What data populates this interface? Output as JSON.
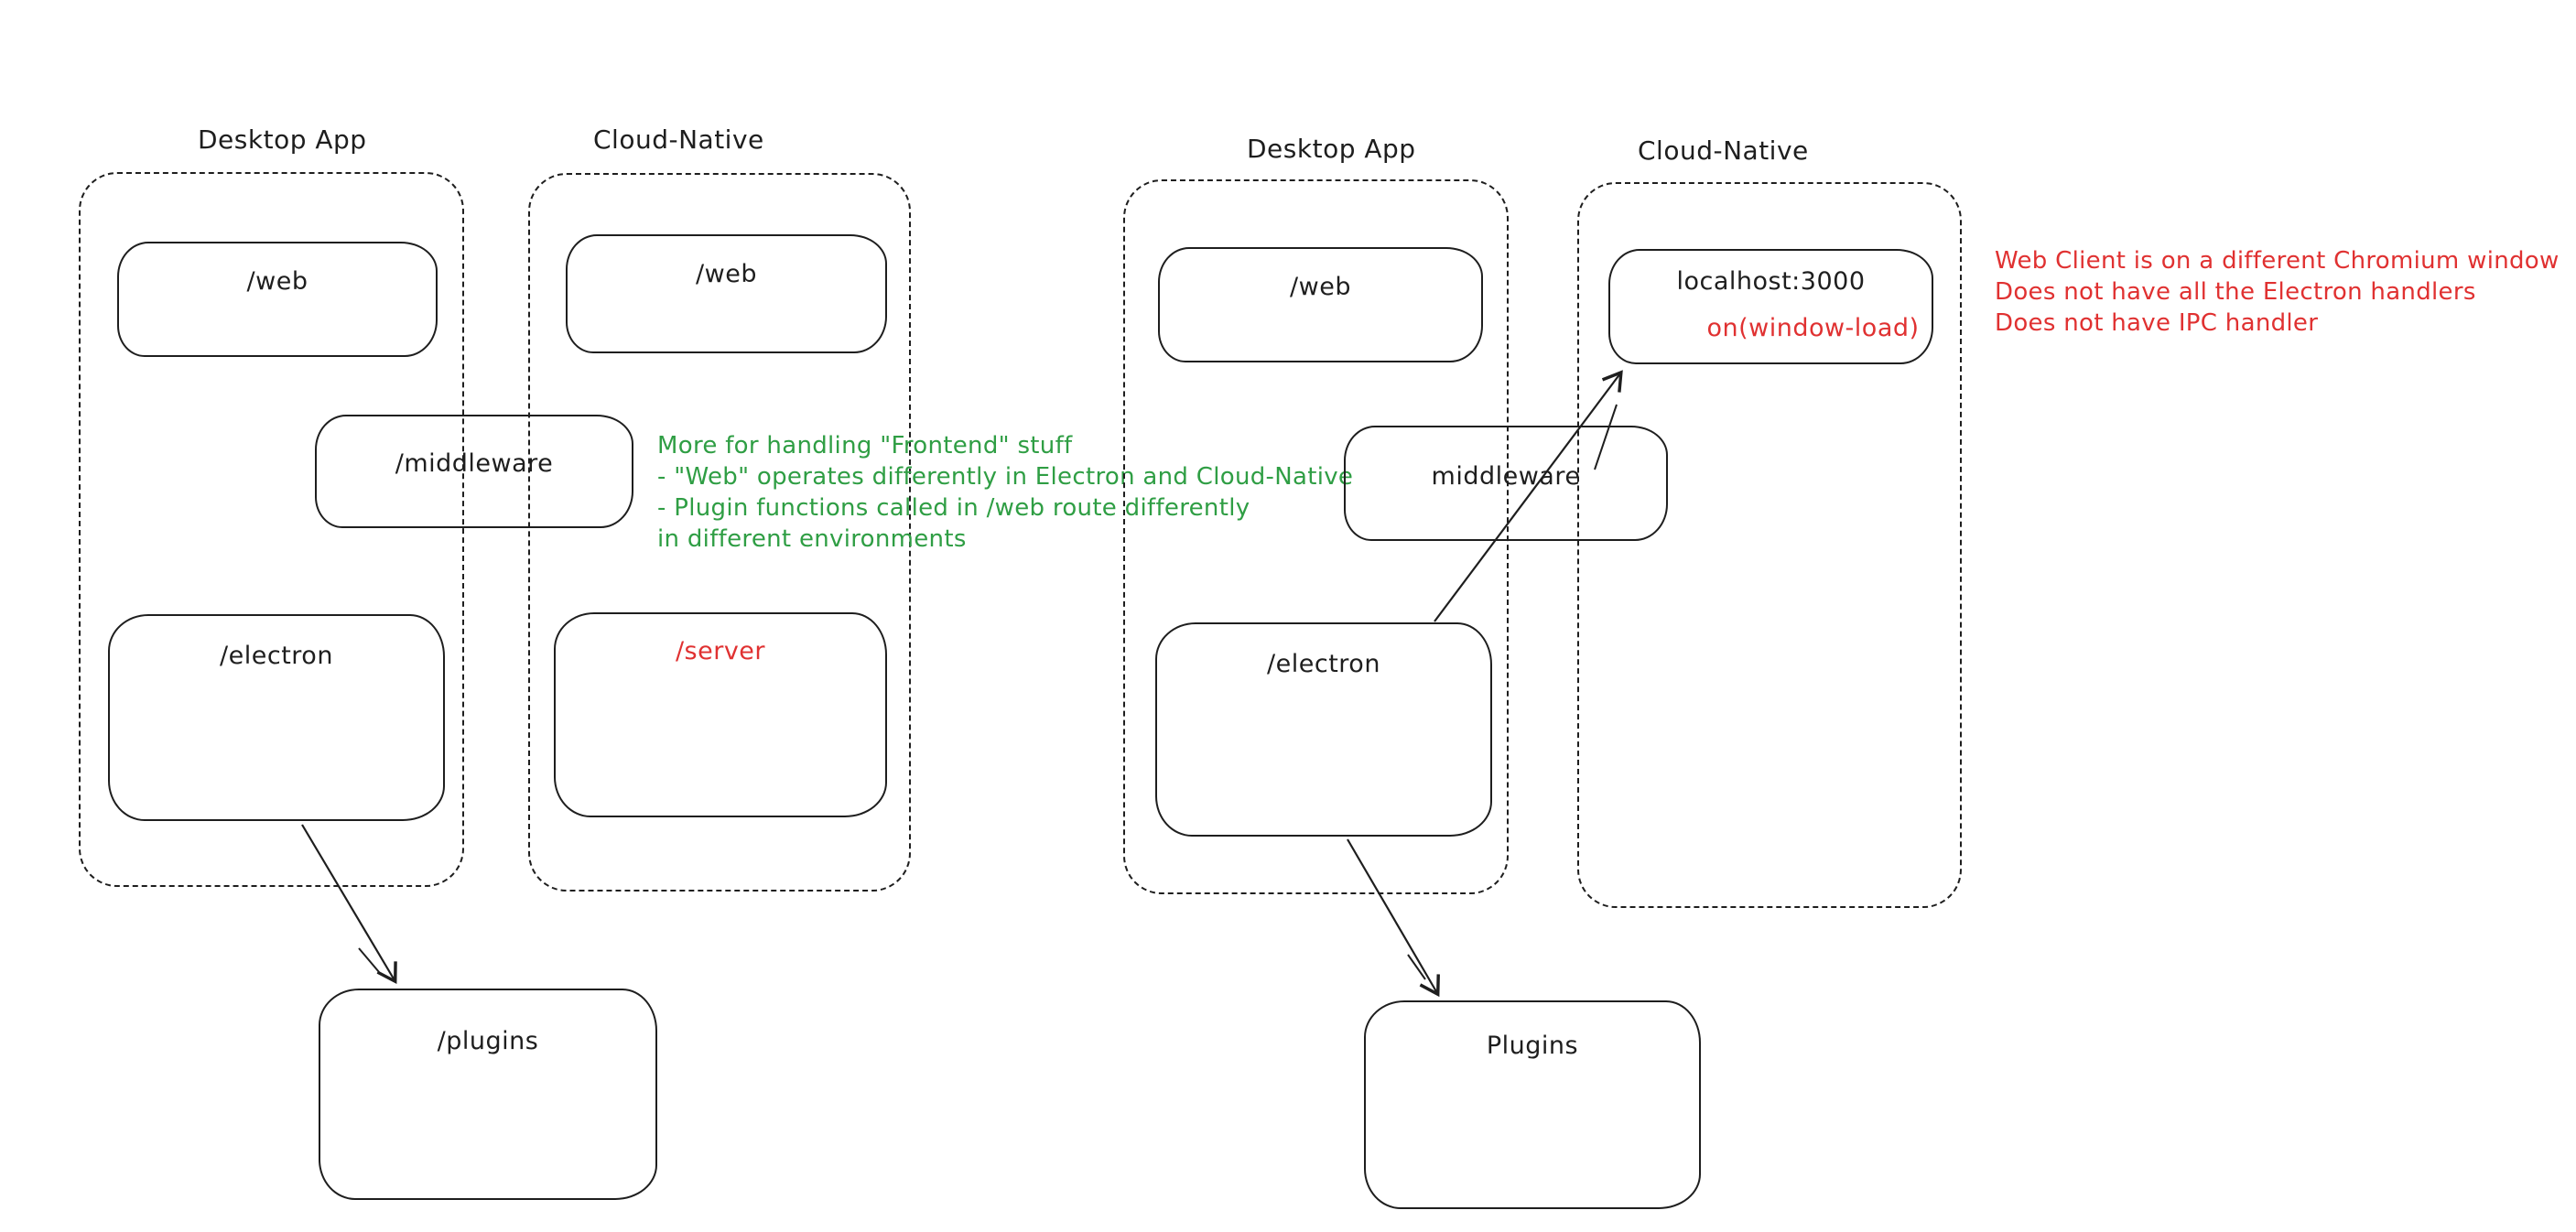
{
  "palette": {
    "stroke": "#1e1e1e",
    "annotation_green": "#2f9e44",
    "annotation_red": "#e03131",
    "background": "#ffffff"
  },
  "left_diagram": {
    "desktop_app": {
      "label": "Desktop App",
      "web": "/web",
      "electron": "/electron"
    },
    "cloud_native": {
      "label": "Cloud-Native",
      "web": "/web",
      "server": "/server"
    },
    "middleware": "/middleware",
    "plugins": "/plugins",
    "green_note": [
      "More for handling \"Frontend\" stuff",
      "- \"Web\" operates differently in Electron and Cloud-Native",
      "- Plugin functions called in /web route differently",
      "in different environments"
    ]
  },
  "right_diagram": {
    "desktop_app": {
      "label": "Desktop App",
      "web": "/web",
      "electron": "/electron"
    },
    "cloud_native": {
      "label": "Cloud-Native",
      "localhost": "localhost:3000",
      "window_load": "on(window-load)"
    },
    "middleware": "middleware",
    "plugins": "Plugins",
    "red_note": [
      "Web Client is on a different Chromium window",
      "Does not have all the Electron handlers",
      "Does not have IPC handler"
    ]
  }
}
